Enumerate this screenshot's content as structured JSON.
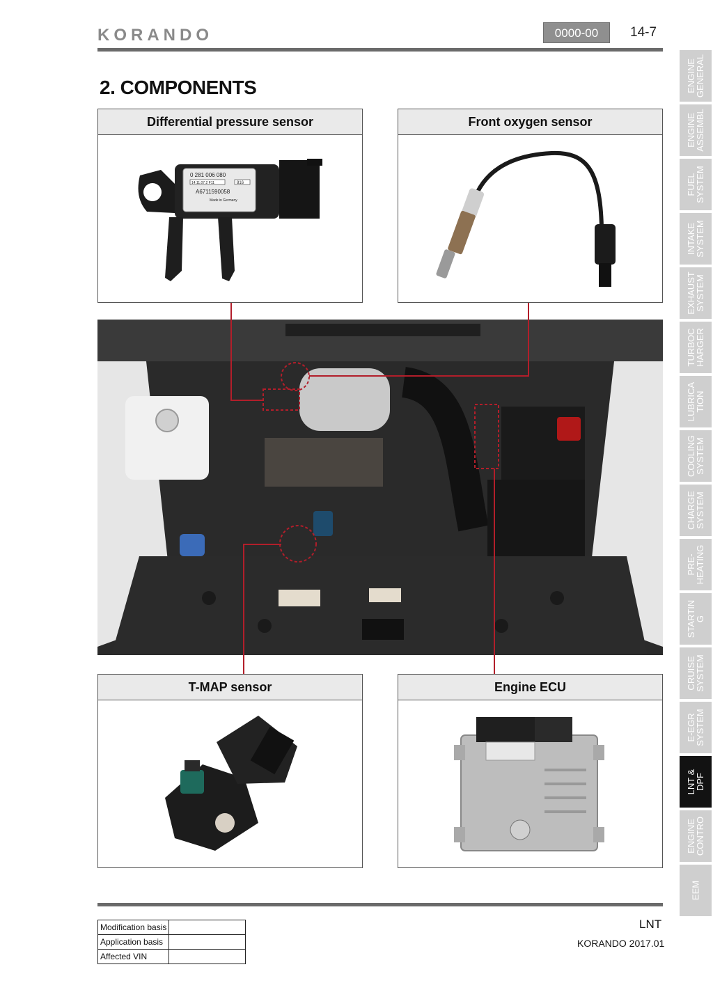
{
  "header": {
    "logo_text": "KORANDO",
    "doc_code": "0000-00",
    "page_number": "14-7"
  },
  "section_title": "2. COMPONENTS",
  "components": {
    "differential_pressure_sensor": {
      "title": "Differential pressure sensor",
      "part_label_lines": [
        "0 281 006 080",
        "14.11.07.2 F11",
        "816",
        "A6711590058",
        "Made in Germany"
      ]
    },
    "front_oxygen_sensor": {
      "title": "Front oxygen sensor"
    },
    "tmap_sensor": {
      "title": "T-MAP sensor"
    },
    "engine_ecu": {
      "title": "Engine ECU"
    }
  },
  "side_tabs": [
    {
      "label": "ENGINE\nGENERAL",
      "active": false
    },
    {
      "label": "ENGINE\nASSEMBL",
      "active": false
    },
    {
      "label": "FUEL\nSYSTEM",
      "active": false
    },
    {
      "label": "INTAKE\nSYSTEM",
      "active": false
    },
    {
      "label": "EXHAUST\nSYSTEM",
      "active": false
    },
    {
      "label": "TURBOC\nHARGER",
      "active": false
    },
    {
      "label": "LUBRICA\nTION",
      "active": false
    },
    {
      "label": "COOLING\nSYSTEM",
      "active": false
    },
    {
      "label": "CHARGE\nSYSTEM",
      "active": false
    },
    {
      "label": "PRE-\nHEATING",
      "active": false
    },
    {
      "label": "STARTIN\nG",
      "active": false
    },
    {
      "label": "CRUISE\nSYSTEM",
      "active": false
    },
    {
      "label": "E-EGR\nSYSTEM",
      "active": false
    },
    {
      "label": "LNT &\nDPF",
      "active": true
    },
    {
      "label": "ENGINE\nCONTRO",
      "active": false
    },
    {
      "label": "EEM",
      "active": false
    }
  ],
  "footer": {
    "table": [
      {
        "label": "Modification basis",
        "value": ""
      },
      {
        "label": "Application basis",
        "value": ""
      },
      {
        "label": "Affected VIN",
        "value": ""
      }
    ],
    "section_code": "LNT",
    "model_date": "KORANDO 2017.01"
  },
  "colors": {
    "leader_line": "#b21e2a",
    "tab_active": "#121212",
    "tab_inactive": "#cfcfcf"
  }
}
